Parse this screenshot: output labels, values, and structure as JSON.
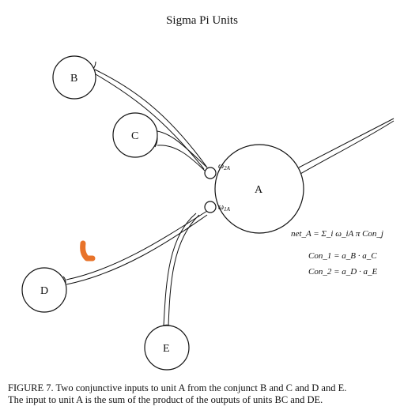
{
  "title": "Sigma Pi Units",
  "nodes": {
    "A": "A",
    "B": "B",
    "C": "C",
    "D": "D",
    "E": "E"
  },
  "weights": {
    "w2A": {
      "symbol": "ω",
      "sub": "2A"
    },
    "w1A": {
      "symbol": "ω",
      "sub": "1A"
    }
  },
  "equations": {
    "net": "net_A = Σ_i ω_iA π Con_j",
    "con1": "Con_1 = a_B · a_C",
    "con2": "Con_2 = a_D · a_E"
  },
  "caption": {
    "line1": "FIGURE 7.  Two conjunctive inputs to unit A from the conjunct B and C and D and E.",
    "line2": "The input to unit A is the sum of the product of the outputs of units BC and DE."
  },
  "colors": {
    "ink": "#111111",
    "annotation": "#e8732a"
  }
}
